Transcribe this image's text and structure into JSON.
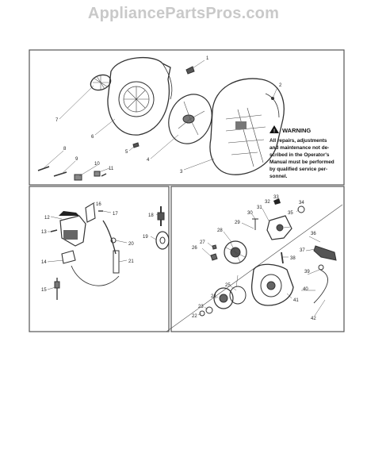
{
  "site": {
    "watermark": "AppliancePartsPros.com"
  },
  "warning": {
    "title": "WARNING",
    "lines": [
      "All repairs, adjustments",
      "and maintenance not de-",
      "scribed in the Operator's",
      "Manual must be performed",
      "by qualified service per-",
      "sonnel."
    ]
  },
  "callouts": [
    "1",
    "2",
    "3",
    "4",
    "5",
    "6",
    "7",
    "8",
    "9",
    "10",
    "11",
    "12",
    "13",
    "14",
    "15",
    "16",
    "17",
    "18",
    "19",
    "20",
    "21",
    "22",
    "23",
    "24",
    "25",
    "26",
    "27",
    "28",
    "29",
    "30",
    "31",
    "32",
    "33",
    "34",
    "35",
    "36",
    "37",
    "38",
    "39",
    "40",
    "41",
    "42"
  ]
}
